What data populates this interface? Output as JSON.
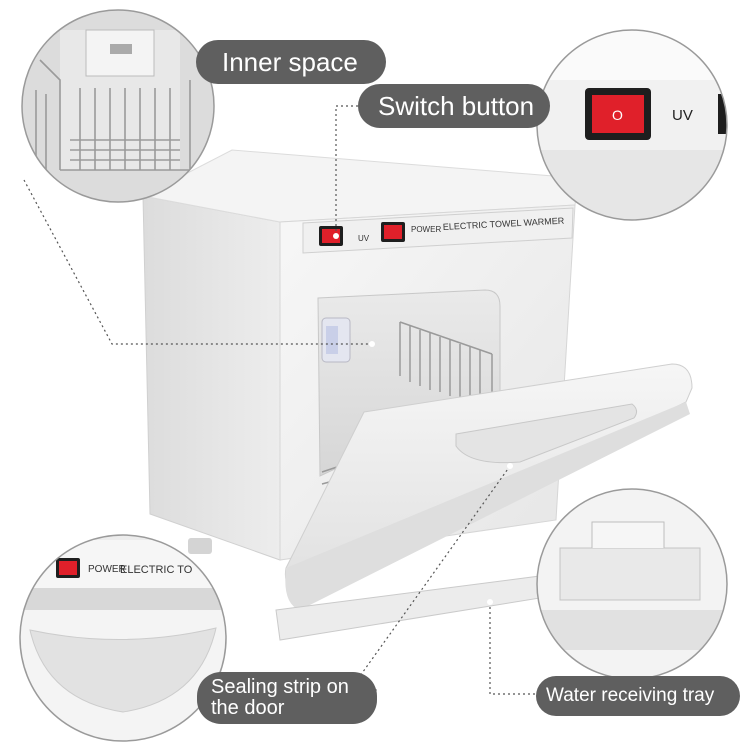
{
  "callouts": {
    "inner_space": "Inner space",
    "switch_button": "Switch button",
    "sealing_strip": "Sealing strip on the door",
    "water_tray": "Water receiving tray"
  },
  "panel": {
    "uv_label": "UV",
    "power_label": "POWER",
    "brand": "ELECTRIC TOWEL WARMER",
    "switch_glyph": "O"
  },
  "zoom_switch": {
    "uv_label": "UV"
  },
  "zoom_door": {
    "power_label": "POWER",
    "brand_partial": "ELECTRIC TO"
  },
  "colors": {
    "callout_bg": "#5f5f5f",
    "switch_red": "#e0202a",
    "body_white": "#f2f2f2"
  }
}
